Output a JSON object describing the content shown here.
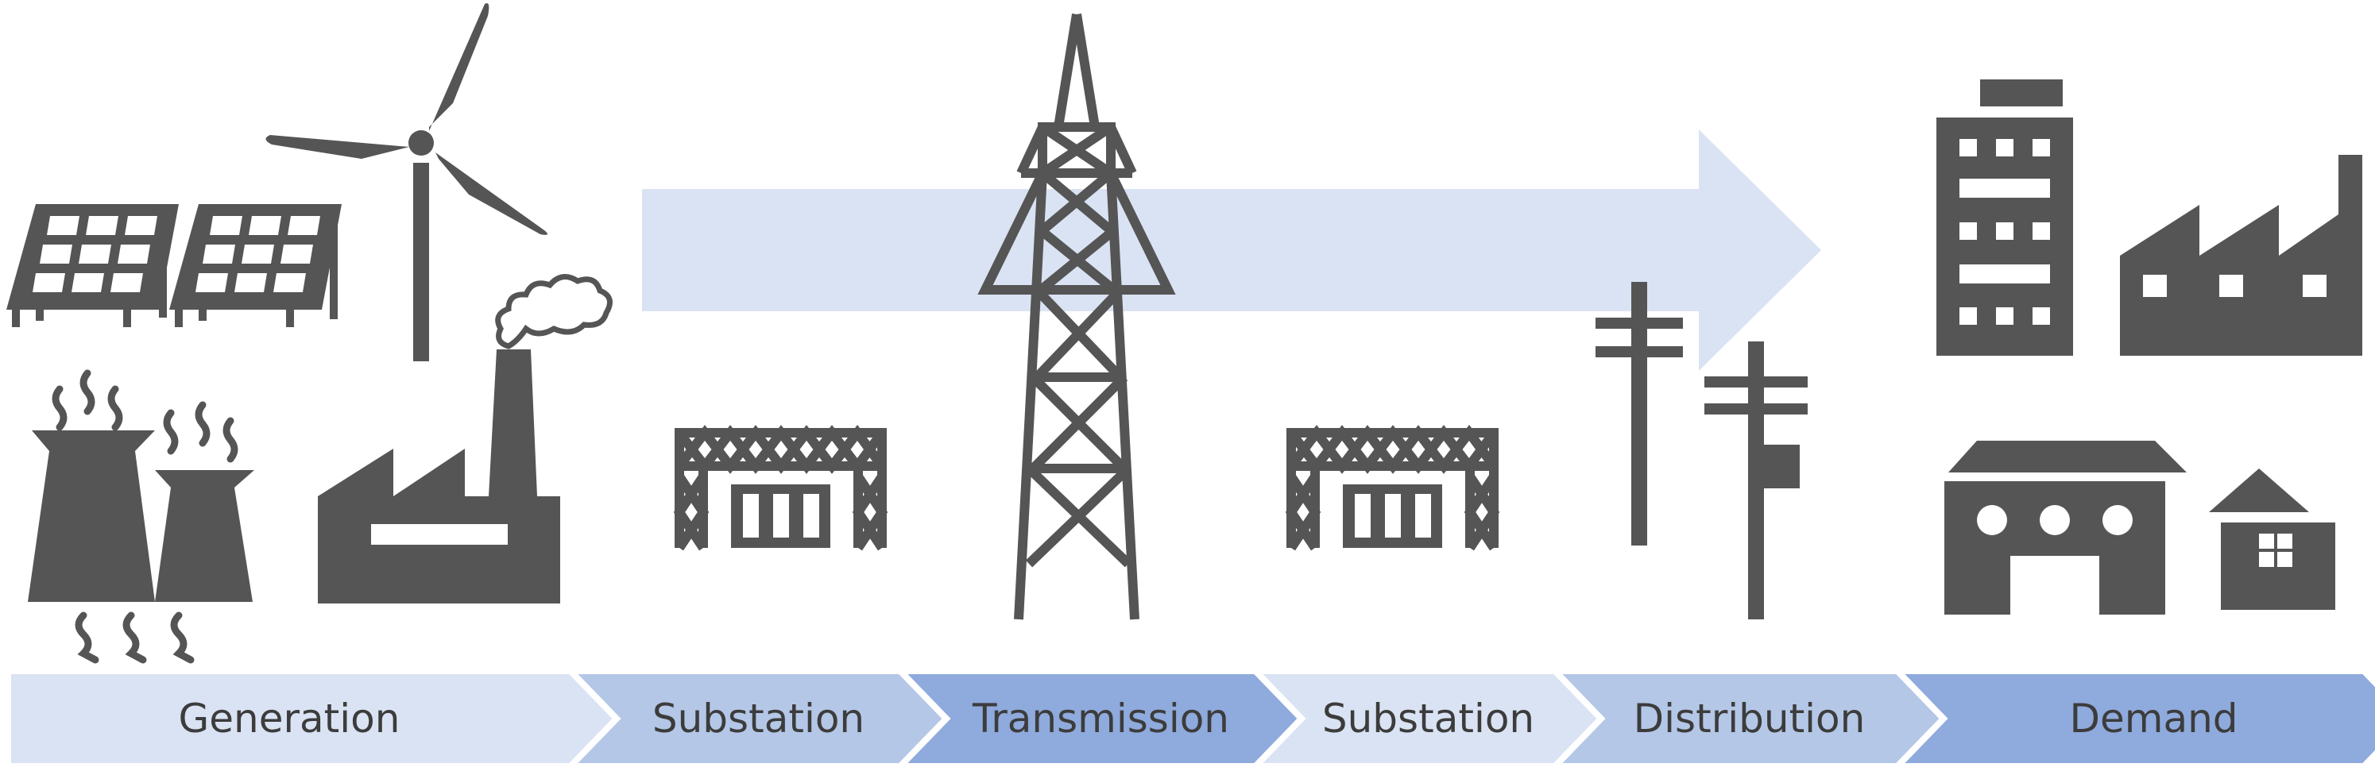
{
  "colors": {
    "icon": "#555555",
    "flow_arrow": "#dae3f3",
    "stage_light": "#dae3f3",
    "stage_medium": "#b4c7e7",
    "stage_dark": "#8faadc",
    "label_text": "#3c3c3c"
  },
  "stages": [
    {
      "label": "Generation",
      "shade": "light"
    },
    {
      "label": "Substation",
      "shade": "medium"
    },
    {
      "label": "Transmission",
      "shade": "dark"
    },
    {
      "label": "Substation",
      "shade": "light"
    },
    {
      "label": "Distribution",
      "shade": "medium"
    },
    {
      "label": "Demand",
      "shade": "dark"
    }
  ],
  "icons": [
    "solar-panel-icon",
    "wind-turbine-icon",
    "cooling-tower-icon",
    "power-plant-icon",
    "substation-icon",
    "transmission-tower-icon",
    "distribution-pole-icon",
    "office-building-icon",
    "factory-icon",
    "warehouse-icon",
    "house-icon"
  ]
}
